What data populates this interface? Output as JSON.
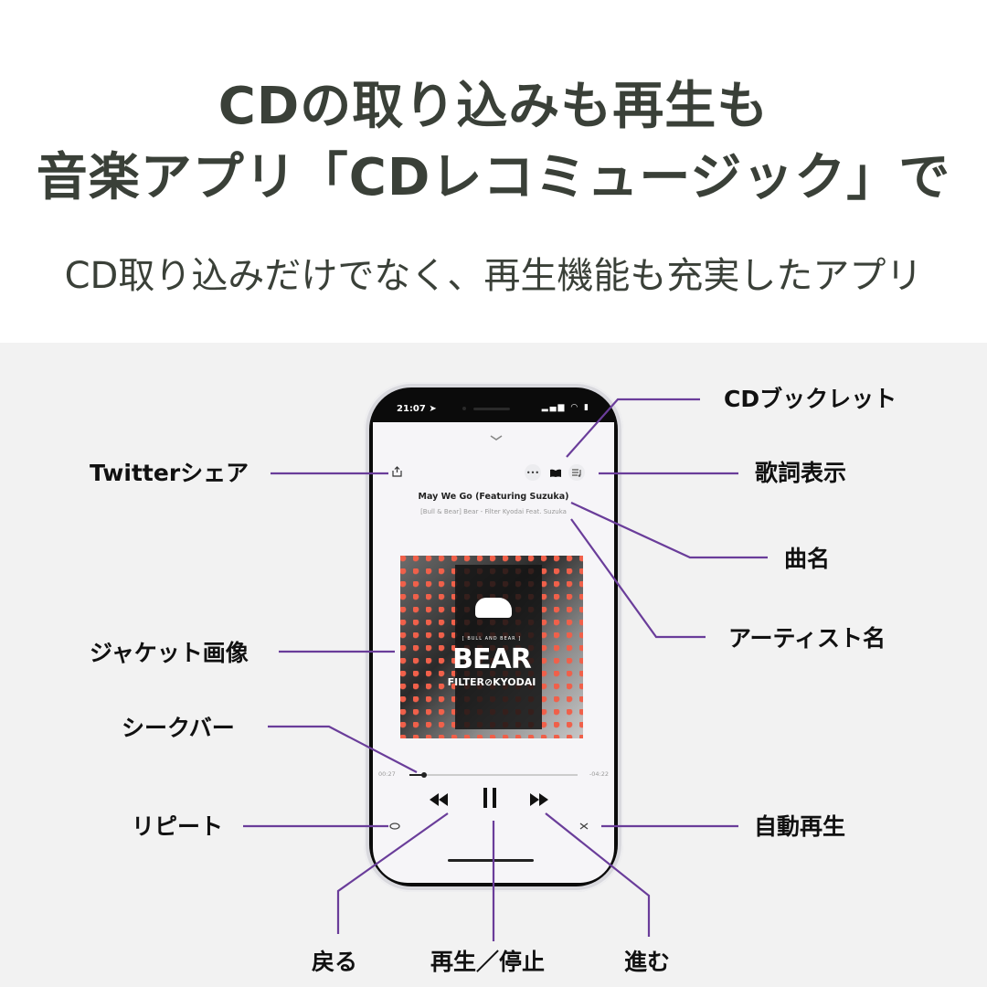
{
  "headline": {
    "line1": "CDの取り込みも再生も",
    "line2": "音楽アプリ「CDレコミュージック」で",
    "subtitle": "CD取り込みだけでなく、再生機能も充実したアプリ"
  },
  "colors": {
    "text": "#3a4038",
    "callout_line": "#6a3d9a",
    "panel_bg": "#f2f2f2"
  },
  "phone": {
    "status_time": "21:07 ➤",
    "status_icons": "▂▄▆ ◠ ▮",
    "icons": {
      "share": "share-icon",
      "more": "•••",
      "booklet": "book-icon",
      "lyrics": "lyrics-icon"
    },
    "song_title": "May We Go (Featuring Suzuka)",
    "song_artist": "[Bull & Bear] Bear - Filter Kyodai Feat. Suzuka",
    "album_art": {
      "small_text": "[ BULL AND BEAR ]",
      "title": "BEAR",
      "subtitle": "FILTER⊘KYODAI"
    },
    "elapsed": "00:27",
    "remaining": "-04:22",
    "controls": {
      "rewind": "⏪",
      "pause": "❚❚",
      "forward": "⏩",
      "repeat": "○",
      "shuffle": "✕"
    }
  },
  "callouts": {
    "twitter_share": "Twitterシェア",
    "cd_booklet": "CDブックレット",
    "lyrics": "歌詞表示",
    "song_name": "曲名",
    "artist_name": "アーティスト名",
    "jacket_image": "ジャケット画像",
    "seek_bar": "シークバー",
    "repeat": "リピート",
    "auto_play": "自動再生",
    "back": "戻る",
    "play_pause": "再生／停止",
    "forward": "進む"
  }
}
